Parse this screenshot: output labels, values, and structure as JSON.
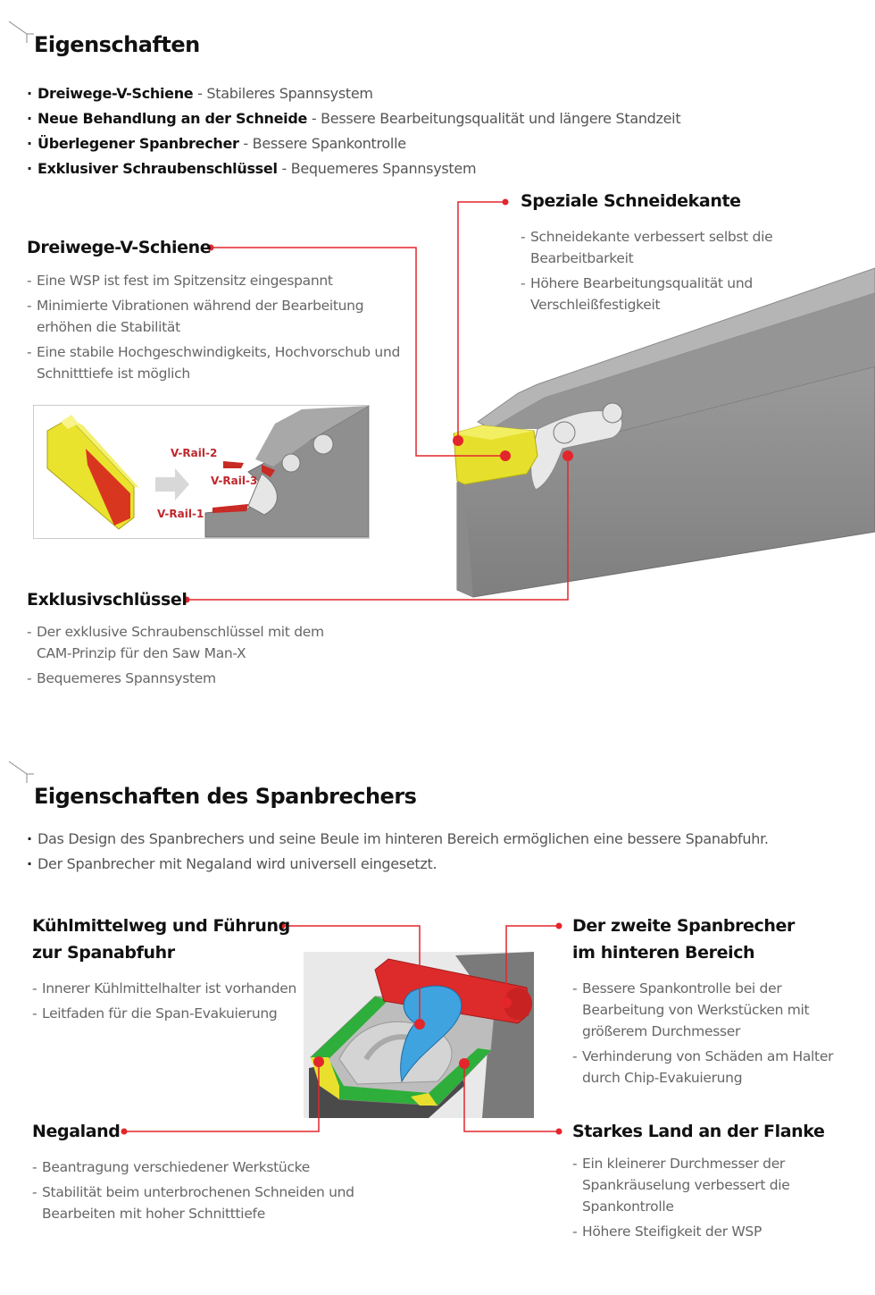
{
  "section1": {
    "title": "Eigenschaften",
    "bullets": [
      {
        "term": "Dreiwege-V-Schiene",
        "desc": " - Stabileres Spannsystem"
      },
      {
        "term": "Neue Behandlung an der Schneide",
        "desc": " - Bessere Bearbeitungsqualität und längere Standzeit"
      },
      {
        "term": "Überlegener Spanbrecher",
        "desc": " - Bessere Spankontrolle"
      },
      {
        "term": "Exklusiver Schraubenschlüssel",
        "desc": " - Bequemeres Spannsystem"
      }
    ],
    "features": {
      "vrail": {
        "title": "Dreiwege-V-Schiene",
        "items": [
          "Eine WSP ist fest im Spitzensitz eingespannt",
          "Minimierte Vibrationen während der Bearbeitung erhöhen die Stabilität",
          "Eine stabile Hochgeschwindigkeits, Hochvorschub und Schnitttiefe ist möglich"
        ]
      },
      "edge": {
        "title": "Speziale Schneidekante",
        "items": [
          "Schneidekante verbessert selbst die Bearbeitbarkeit",
          "Höhere Bearbeitungsqualität und Verschleißfestigkeit"
        ]
      },
      "key": {
        "title": "Exklusivschlüssel",
        "items": [
          "Der exklusive Schraubenschlüssel mit dem CAM-Prinzip für den Saw Man-X",
          "Bequemeres Spannsystem"
        ]
      }
    },
    "rail_labels": {
      "r2": "V-Rail-2",
      "r3": "V-Rail-3",
      "r1": "V-Rail-1"
    }
  },
  "section2": {
    "title": "Eigenschaften des Spanbrechers",
    "bullets": [
      "Das Design des Spanbrechers und seine Beule im hinteren Bereich ermöglichen eine bessere Spanabfuhr.",
      "Der Spanbrecher mit Negaland wird universell eingesetzt."
    ],
    "features": {
      "coolant": {
        "title": "Kühlmittelweg und Führung zur Spanabfuhr",
        "items": [
          "Innerer Kühlmittelhalter ist vorhanden",
          "Leitfaden für die Span-Evakuierung"
        ]
      },
      "second": {
        "title": "Der zweite Spanbrecher im hinteren Bereich",
        "items": [
          "Bessere Spankontrolle bei der Bearbeitung von Werkstücken mit größerem Durchmesser",
          "Verhinderung von Schäden am Halter durch Chip-Evakuierung"
        ]
      },
      "negaland": {
        "title": "Negaland",
        "items": [
          "Beantragung verschiedener Werkstücke",
          "Stabilität beim unterbrochenen Schneiden und Bearbeiten mit hoher Schnitttiefe"
        ]
      },
      "land": {
        "title": "Starkes Land an der Flanke",
        "items": [
          "Ein kleinerer Durchmesser der Spankräuselung verbessert die Spankontrolle",
          "Höhere Steifigkeit der WSP"
        ]
      }
    }
  },
  "colors": {
    "accent": "#e3262b",
    "tool_grey": "#8e8e8e",
    "insert_yellow": "#e8e22e"
  }
}
